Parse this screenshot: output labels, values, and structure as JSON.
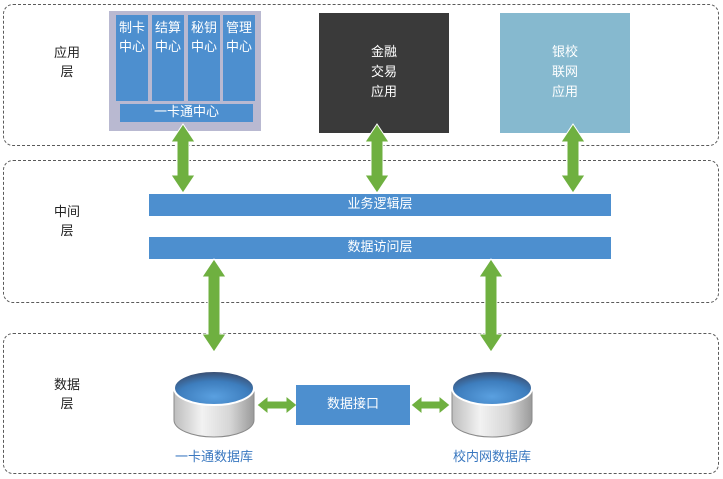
{
  "layers": {
    "app": "应用层",
    "middle": "中间层",
    "data": "数据层"
  },
  "card_center": {
    "subs": [
      "制卡中心",
      "结算中心",
      "秘钥中心",
      "管理中心"
    ],
    "title": "一卡通中心"
  },
  "finance_app": {
    "line1": "金融",
    "line2": "交易",
    "line3": "应用"
  },
  "bank_app": {
    "line1": "银校",
    "line2": "联网",
    "line3": "应用"
  },
  "middle_bars": {
    "business": "业务逻辑层",
    "access": "数据访问层"
  },
  "data_layer": {
    "interface": "数据接口",
    "db_left": "一卡通数据库",
    "db_right": "校内网数据库"
  },
  "colors": {
    "arrow": "#6fb040",
    "blue": "#4d8fcf",
    "card_bg": "#b9b9d1",
    "dark_box": "#3a3a3a",
    "light_box": "#86b9cf"
  }
}
